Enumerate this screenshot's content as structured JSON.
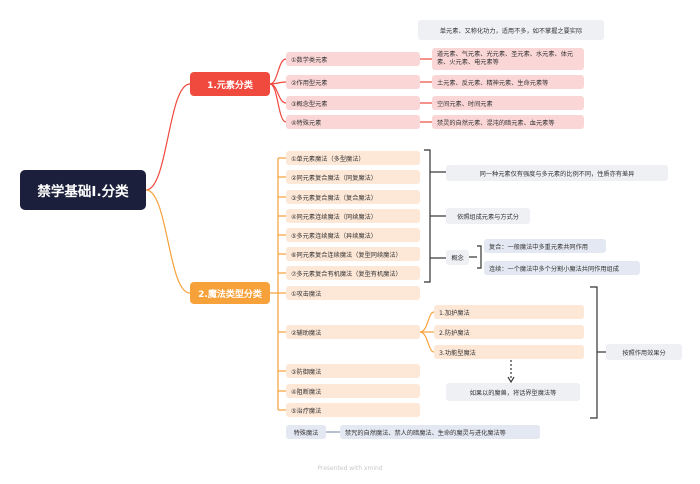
{
  "root": {
    "title": "禁学基础I.分类"
  },
  "top_note": "单元素、又称化功力，适用不多，如不掌握之要实际",
  "branch1": {
    "label": "1.元素分类",
    "items": [
      {
        "label": "①数学类元素",
        "detail": "道元素、气元素、光元素、圣元素、水元素、体元素、火元素、电元素等"
      },
      {
        "label": "②作用型元素",
        "detail": "土元素、反元素、精神元素、生命元素等"
      },
      {
        "label": "③概念型元素",
        "detail": "空间元素、时间元素"
      },
      {
        "label": "④特殊元素",
        "detail": "禁灵的自然元素、混沌的暗元素、血元素等"
      }
    ]
  },
  "branch2": {
    "label": "2.魔法类型分类",
    "items": [
      "①单元素魔法（多型魔法）",
      "②同元素复合魔法（同复魔法）",
      "③多元素复合魔法（复合魔法）",
      "④同元素连续魔法（同续魔法）",
      "⑤多元素连续魔法（异续魔法）",
      "⑥同元素复合连续魔法（复型同续魔法）",
      "⑦多元素复合有机魔法（复型有机魔法）",
      "①攻击魔法",
      "②辅助魔法",
      "③防御魔法",
      "④阻断魔法",
      "⑤治疗魔法"
    ],
    "aux_items": [
      "1.加护魔法",
      "2.防护魔法",
      "3.功能型魔法"
    ]
  },
  "notes": {
    "note_a": "同一种元素仅有强度与多元素的比例不同，性质亦有差异",
    "note_b": "依照组成元素与方式分",
    "concept_label": "概念",
    "concept_1": "复合：一般魔法中多重元素共同作用",
    "concept_2": "连续：一个魔法中多个分割小魔法共同作用组成",
    "by_effect": "按照作用效果分",
    "aux_note": "如果以的魔兽，将话界型魔法等",
    "special_label": "特殊魔法",
    "special_detail": "禁咒的自然魔法、禁人的暗魔法、生命的魔灵与进化魔法等"
  },
  "footer": "Presented with xmind",
  "colors": {
    "root": "#1b1f3b",
    "branch1": "#f0493e",
    "branch2": "#f7a13a",
    "pink": "#fbd6d6",
    "peach": "#fde7d6"
  }
}
